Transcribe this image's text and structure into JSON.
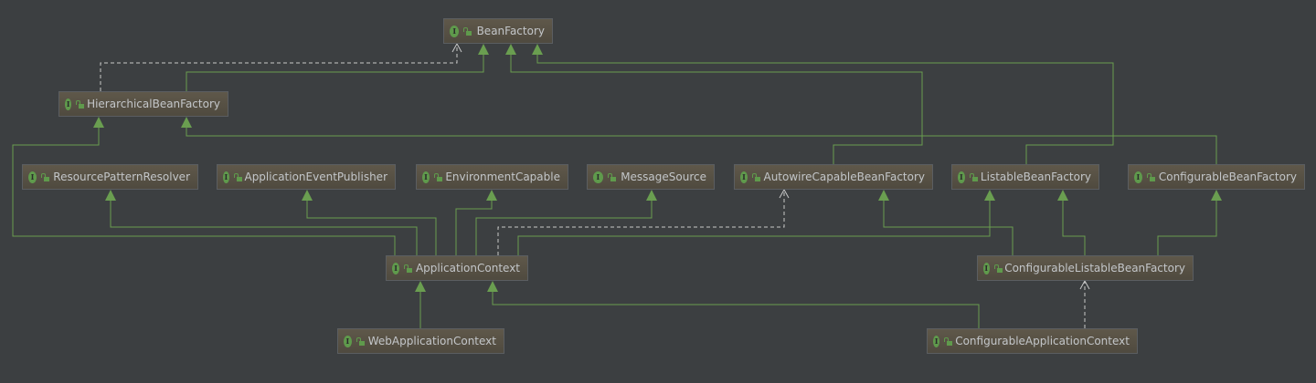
{
  "diagram": {
    "title": "ApplicationContext interface hierarchy",
    "colors": {
      "background": "#3c3f41",
      "extends": "#6a9e50",
      "dependency": "#c8c8c8"
    },
    "icons": {
      "interface": "interface-i-icon",
      "visibility": "public-lock-icon"
    },
    "nodes": [
      {
        "id": "BeanFactory",
        "label": "BeanFactory",
        "kind": "interface"
      },
      {
        "id": "HierarchicalBeanFactory",
        "label": "HierarchicalBeanFactory",
        "kind": "interface"
      },
      {
        "id": "ResourcePatternResolver",
        "label": "ResourcePatternResolver",
        "kind": "interface"
      },
      {
        "id": "ApplicationEventPublisher",
        "label": "ApplicationEventPublisher",
        "kind": "interface"
      },
      {
        "id": "EnvironmentCapable",
        "label": "EnvironmentCapable",
        "kind": "interface"
      },
      {
        "id": "MessageSource",
        "label": "MessageSource",
        "kind": "interface"
      },
      {
        "id": "AutowireCapableBeanFactory",
        "label": "AutowireCapableBeanFactory",
        "kind": "interface"
      },
      {
        "id": "ListableBeanFactory",
        "label": "ListableBeanFactory",
        "kind": "interface"
      },
      {
        "id": "ConfigurableBeanFactory",
        "label": "ConfigurableBeanFactory",
        "kind": "interface"
      },
      {
        "id": "ApplicationContext",
        "label": "ApplicationContext",
        "kind": "interface"
      },
      {
        "id": "ConfigurableListableBeanFactory",
        "label": "ConfigurableListableBeanFactory",
        "kind": "interface"
      },
      {
        "id": "WebApplicationContext",
        "label": "WebApplicationContext",
        "kind": "interface"
      },
      {
        "id": "ConfigurableApplicationContext",
        "label": "ConfigurableApplicationContext",
        "kind": "interface"
      }
    ],
    "edges": [
      {
        "from": "HierarchicalBeanFactory",
        "to": "BeanFactory",
        "type": "extends"
      },
      {
        "from": "HierarchicalBeanFactory",
        "to": "BeanFactory",
        "type": "dependency"
      },
      {
        "from": "AutowireCapableBeanFactory",
        "to": "BeanFactory",
        "type": "extends"
      },
      {
        "from": "ListableBeanFactory",
        "to": "BeanFactory",
        "type": "extends"
      },
      {
        "from": "ConfigurableBeanFactory",
        "to": "HierarchicalBeanFactory",
        "type": "extends"
      },
      {
        "from": "ApplicationContext",
        "to": "HierarchicalBeanFactory",
        "type": "extends"
      },
      {
        "from": "ApplicationContext",
        "to": "ResourcePatternResolver",
        "type": "extends"
      },
      {
        "from": "ApplicationContext",
        "to": "ApplicationEventPublisher",
        "type": "extends"
      },
      {
        "from": "ApplicationContext",
        "to": "EnvironmentCapable",
        "type": "extends"
      },
      {
        "from": "ApplicationContext",
        "to": "MessageSource",
        "type": "extends"
      },
      {
        "from": "ApplicationContext",
        "to": "AutowireCapableBeanFactory",
        "type": "dependency"
      },
      {
        "from": "ApplicationContext",
        "to": "ListableBeanFactory",
        "type": "extends"
      },
      {
        "from": "ConfigurableListableBeanFactory",
        "to": "AutowireCapableBeanFactory",
        "type": "extends"
      },
      {
        "from": "ConfigurableListableBeanFactory",
        "to": "ListableBeanFactory",
        "type": "extends"
      },
      {
        "from": "ConfigurableListableBeanFactory",
        "to": "ConfigurableBeanFactory",
        "type": "extends"
      },
      {
        "from": "WebApplicationContext",
        "to": "ApplicationContext",
        "type": "extends"
      },
      {
        "from": "ConfigurableApplicationContext",
        "to": "ApplicationContext",
        "type": "extends"
      },
      {
        "from": "ConfigurableApplicationContext",
        "to": "ConfigurableListableBeanFactory",
        "type": "dependency"
      }
    ]
  }
}
